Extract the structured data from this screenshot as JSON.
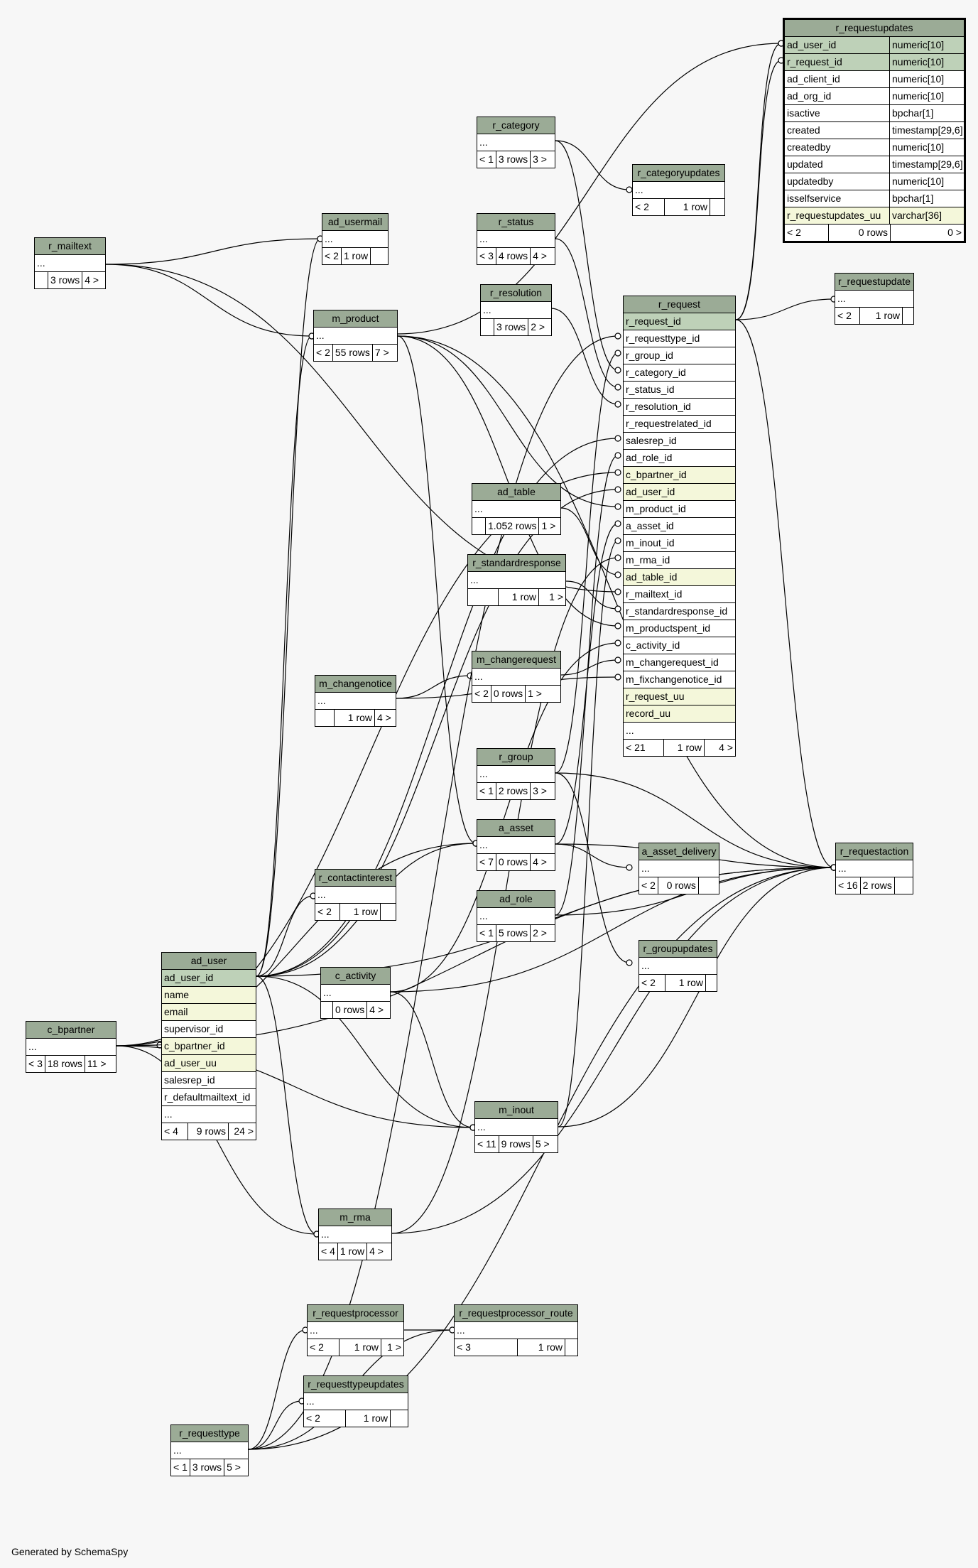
{
  "footer": "Generated by SchemaSpy",
  "colors": {
    "header": "#9bab96",
    "pk": "#bed1b8",
    "indexed": "#f4f7da",
    "background": "#f7f7f7"
  },
  "tables": {
    "r_requestupdates": {
      "name": "r_requestupdates",
      "columns": [
        {
          "n": "ad_user_id",
          "t": "numeric[10]"
        },
        {
          "n": "r_request_id",
          "t": "numeric[10]"
        },
        {
          "n": "ad_client_id",
          "t": "numeric[10]"
        },
        {
          "n": "ad_org_id",
          "t": "numeric[10]"
        },
        {
          "n": "isactive",
          "t": "bpchar[1]"
        },
        {
          "n": "created",
          "t": "timestamp[29,6]"
        },
        {
          "n": "createdby",
          "t": "numeric[10]"
        },
        {
          "n": "updated",
          "t": "timestamp[29,6]"
        },
        {
          "n": "updatedby",
          "t": "numeric[10]"
        },
        {
          "n": "isselfservice",
          "t": "bpchar[1]"
        },
        {
          "n": "r_requestupdates_uu",
          "t": "varchar[36]"
        }
      ],
      "foot": [
        "< 2",
        "0 rows",
        "0 >"
      ]
    },
    "r_category": {
      "name": "r_category",
      "more": "...",
      "foot": [
        "< 1",
        "3 rows",
        "3 >"
      ]
    },
    "r_categoryupdates": {
      "name": "r_categoryupdates",
      "more": "...",
      "foot": [
        "< 2",
        "1 row",
        ""
      ]
    },
    "r_status": {
      "name": "r_status",
      "more": "...",
      "foot": [
        "< 3",
        "4 rows",
        "4 >"
      ]
    },
    "r_resolution": {
      "name": "r_resolution",
      "more": "...",
      "foot": [
        "",
        "3 rows",
        "2 >"
      ]
    },
    "r_requestupdate": {
      "name": "r_requestupdate",
      "more": "...",
      "foot": [
        "< 2",
        "1 row",
        ""
      ]
    },
    "r_mailtext": {
      "name": "r_mailtext",
      "more": "...",
      "foot": [
        "",
        "3 rows",
        "4 >"
      ]
    },
    "ad_usermail": {
      "name": "ad_usermail",
      "more": "...",
      "foot": [
        "< 2",
        "1 row",
        ""
      ]
    },
    "m_product": {
      "name": "m_product",
      "more": "...",
      "foot": [
        "< 2",
        "55 rows",
        "7 >"
      ]
    },
    "r_request": {
      "name": "r_request",
      "columns": [
        "r_request_id",
        "r_requesttype_id",
        "r_group_id",
        "r_category_id",
        "r_status_id",
        "r_resolution_id",
        "r_requestrelated_id",
        "salesrep_id",
        "ad_role_id",
        "c_bpartner_id",
        "ad_user_id",
        "m_product_id",
        "a_asset_id",
        "m_inout_id",
        "m_rma_id",
        "ad_table_id",
        "r_mailtext_id",
        "r_standardresponse_id",
        "m_productspent_id",
        "c_activity_id",
        "m_changerequest_id",
        "m_fixchangenotice_id",
        "r_request_uu",
        "record_uu",
        "..."
      ],
      "foot": [
        "< 21",
        "1 row",
        "4 >"
      ]
    },
    "ad_table": {
      "name": "ad_table",
      "more": "...",
      "foot": [
        "",
        "1.052 rows",
        "1 >"
      ]
    },
    "r_standardresponse": {
      "name": "r_standardresponse",
      "more": "...",
      "foot": [
        "",
        "1 row",
        "1 >"
      ]
    },
    "m_changerequest": {
      "name": "m_changerequest",
      "more": "...",
      "foot": [
        "< 2",
        "0 rows",
        "1 >"
      ]
    },
    "m_changenotice": {
      "name": "m_changenotice",
      "more": "...",
      "foot": [
        "",
        "1 row",
        "4 >"
      ]
    },
    "r_group": {
      "name": "r_group",
      "more": "...",
      "foot": [
        "< 1",
        "2 rows",
        "3 >"
      ]
    },
    "a_asset": {
      "name": "a_asset",
      "more": "...",
      "foot": [
        "< 7",
        "0 rows",
        "4 >"
      ]
    },
    "a_asset_delivery": {
      "name": "a_asset_delivery",
      "more": "...",
      "foot": [
        "< 2",
        "0 rows",
        ""
      ]
    },
    "r_requestaction": {
      "name": "r_requestaction",
      "more": "...",
      "foot": [
        "< 16",
        "2 rows",
        ""
      ]
    },
    "r_contactinterest": {
      "name": "r_contactinterest",
      "more": "...",
      "foot": [
        "< 2",
        "1 row",
        ""
      ]
    },
    "ad_role": {
      "name": "ad_role",
      "more": "...",
      "foot": [
        "< 1",
        "5 rows",
        "2 >"
      ]
    },
    "ad_user": {
      "name": "ad_user",
      "columns": [
        "ad_user_id",
        "name",
        "email",
        "supervisor_id",
        "c_bpartner_id",
        "ad_user_uu",
        "salesrep_id",
        "r_defaultmailtext_id",
        "..."
      ],
      "foot": [
        "< 4",
        "9 rows",
        "24 >"
      ]
    },
    "c_activity": {
      "name": "c_activity",
      "more": "...",
      "foot": [
        "",
        "0 rows",
        "4 >"
      ]
    },
    "r_groupupdates": {
      "name": "r_groupupdates",
      "more": "...",
      "foot": [
        "< 2",
        "1 row",
        ""
      ]
    },
    "c_bpartner": {
      "name": "c_bpartner",
      "more": "...",
      "foot": [
        "< 3",
        "18 rows",
        "11 >"
      ]
    },
    "m_inout": {
      "name": "m_inout",
      "more": "...",
      "foot": [
        "< 11",
        "9 rows",
        "5 >"
      ]
    },
    "m_rma": {
      "name": "m_rma",
      "more": "...",
      "foot": [
        "< 4",
        "1 row",
        "4 >"
      ]
    },
    "r_requestprocessor": {
      "name": "r_requestprocessor",
      "more": "...",
      "foot": [
        "< 2",
        "1 row",
        "1 >"
      ]
    },
    "r_requestprocessor_route": {
      "name": "r_requestprocessor_route",
      "more": "...",
      "foot": [
        "< 3",
        "1 row",
        ""
      ]
    },
    "r_requesttypeupdates": {
      "name": "r_requesttypeupdates",
      "more": "...",
      "foot": [
        "< 2",
        "1 row",
        ""
      ]
    },
    "r_requesttype": {
      "name": "r_requesttype",
      "more": "...",
      "foot": [
        "< 1",
        "3 rows",
        "5 >"
      ]
    }
  }
}
